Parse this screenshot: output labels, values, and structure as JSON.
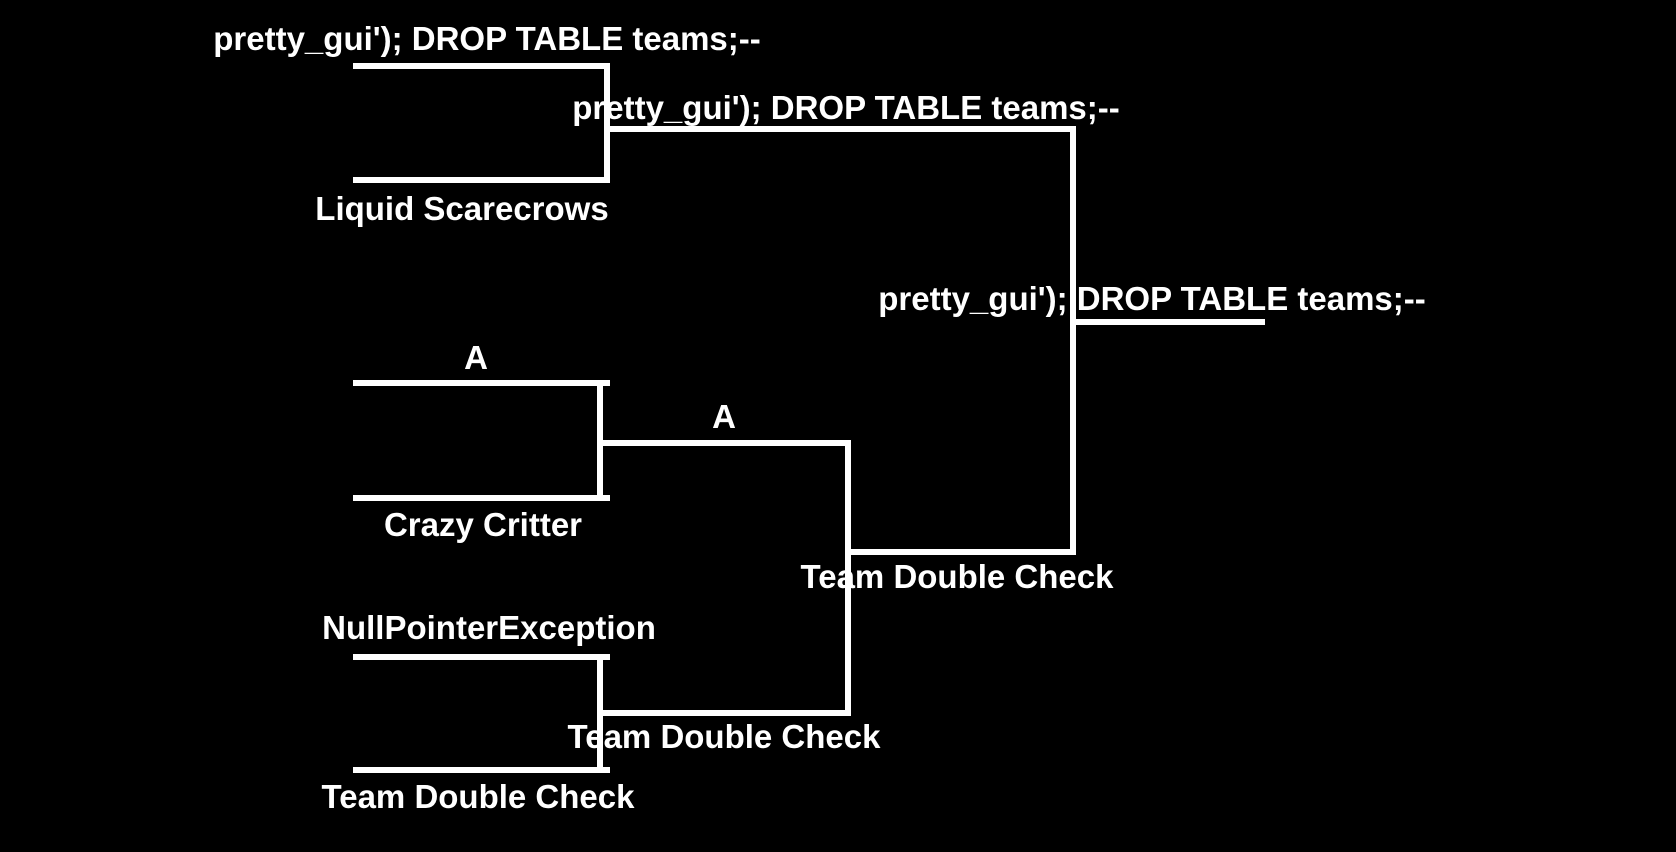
{
  "diagram": {
    "type": "tournament-bracket",
    "colors": {
      "background": "#000000",
      "lines": "#ffffff",
      "text": "#ffffff"
    }
  },
  "bracket": {
    "champion": "pretty_gui'); DROP TABLE teams;--",
    "round1": {
      "match1": {
        "team_top": "pretty_gui'); DROP TABLE teams;--",
        "team_bottom": "Liquid Scarecrows",
        "winner": "pretty_gui'); DROP TABLE teams;--"
      },
      "match2": {
        "team_top": "A",
        "team_bottom": "Crazy Critter",
        "winner": "A"
      },
      "match3": {
        "team_top": "NullPointerException",
        "team_bottom": "Team Double Check",
        "winner": "Team Double Check"
      }
    },
    "round2": {
      "match4": {
        "team_top": "A",
        "team_bottom": "Team Double Check",
        "winner": "Team Double Check"
      }
    },
    "final": {
      "team_top": "pretty_gui'); DROP TABLE teams;--",
      "team_bottom": "Team Double Check",
      "winner": "pretty_gui'); DROP TABLE teams;--"
    }
  }
}
